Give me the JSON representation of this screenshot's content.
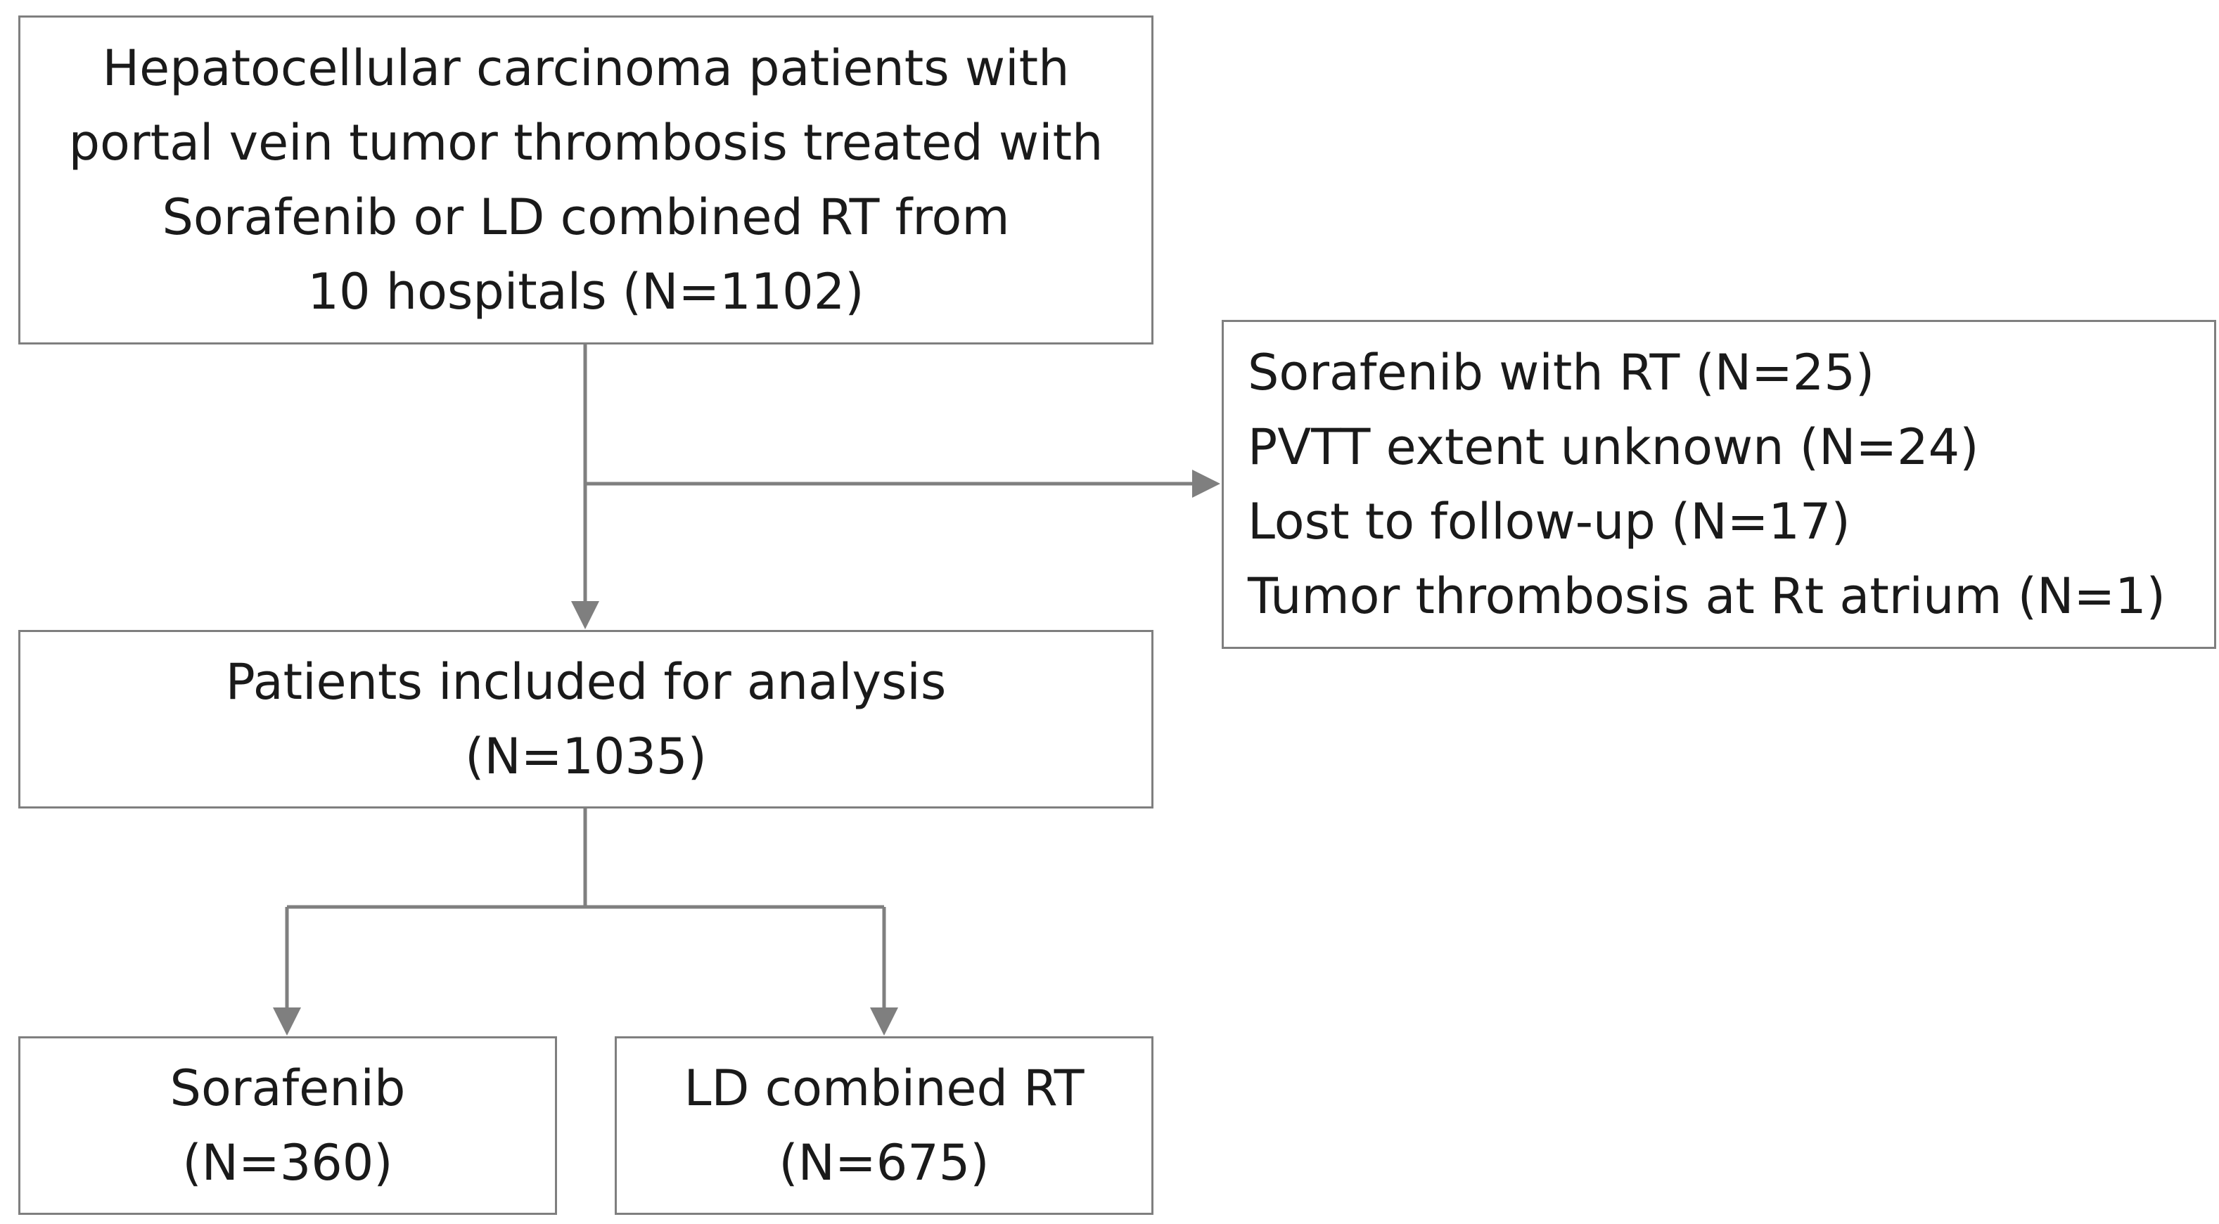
{
  "flowchart": {
    "source_box": {
      "lines": [
        "Hepatocellular carcinoma patients with",
        "portal vein tumor thrombosis treated with",
        "Sorafenib or LD combined RT from",
        "10 hospitals (N=1102)"
      ]
    },
    "excluded_box": {
      "lines": [
        "Sorafenib with RT (N=25)",
        "PVTT extent unknown (N=24)",
        "Lost to follow-up (N=17)",
        "Tumor thrombosis at Rt atrium (N=1)"
      ]
    },
    "included_box": {
      "lines": [
        "Patients included for analysis",
        "(N=1035)"
      ]
    },
    "sorafenib_box": {
      "lines": [
        "Sorafenib",
        "(N=360)"
      ]
    },
    "ld_box": {
      "lines": [
        "LD combined RT",
        "(N=675)"
      ]
    }
  },
  "colors": {
    "border": "#7f7f7f",
    "connector": "#7f7f7f",
    "text": "#1a1a1a",
    "background": "#ffffff"
  }
}
